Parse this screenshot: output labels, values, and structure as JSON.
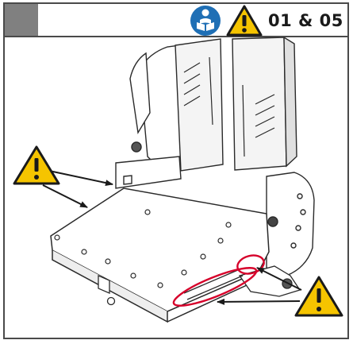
{
  "header": {
    "reference_label": "01 & 05",
    "icons": [
      "read-manual-icon",
      "warning-icon"
    ],
    "tab_color": "#808080"
  },
  "illustration": {
    "subject": "seat-assembly-line-drawing",
    "callouts": [
      {
        "name": "warning-callout-left",
        "icon": "warning-icon",
        "targets": [
          "seat-pan-side-edge",
          "seat-pan-front-edge"
        ]
      },
      {
        "name": "warning-callout-right",
        "icon": "warning-icon",
        "targets": [
          "front-slot-highlight",
          "mechanism-slot-highlight"
        ]
      }
    ]
  },
  "colors": {
    "border": "#4a4a4a",
    "warning_fill": "#f5c400",
    "manual_icon": "#1f6fb5",
    "highlight": "#d6002a"
  }
}
